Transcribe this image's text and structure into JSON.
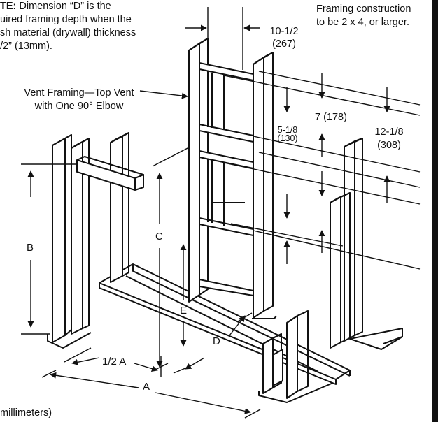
{
  "note": {
    "prefix": "TE:",
    "line1": " Dimension “D” is the",
    "line2": "uired framing depth when the",
    "line3": "sh material (drywall) thickness",
    "line4": "/2” (13mm)."
  },
  "framing_note": {
    "line1": "Framing  construction",
    "line2": "to be 2 x 4, or larger."
  },
  "vent_label": {
    "line1": "Vent Framing—Top Vent",
    "line2": "with One 90° Elbow"
  },
  "dimensions": {
    "top_width": "10-1/2",
    "top_width_mm": "(267)",
    "d7": "7 (178)",
    "d5": "5-1/8",
    "d5_mm": "(130)",
    "d12": "12-1/8",
    "d12_mm": "(308)"
  },
  "letters": {
    "a": "A",
    "b": "B",
    "c": "C",
    "d": "D",
    "e": "E",
    "half_a": "1/2 A"
  },
  "footnote": "millimeters)",
  "colors": {
    "line": "#111111",
    "background": "#ffffff"
  }
}
